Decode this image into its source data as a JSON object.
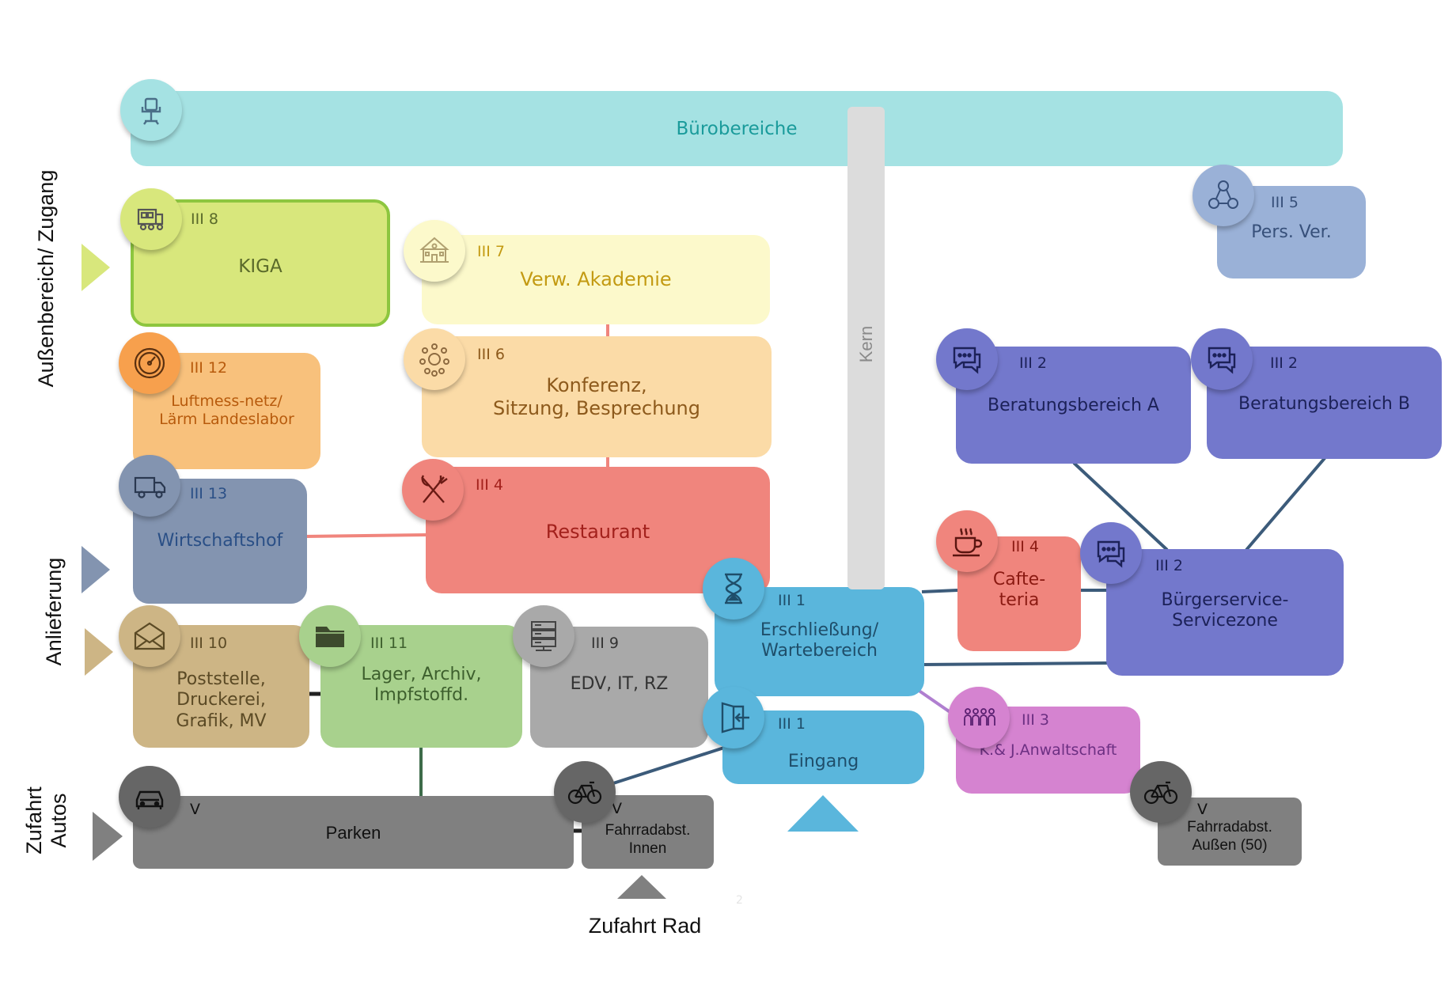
{
  "side_labels": {
    "aussen": "Außenbereich/ Zugang",
    "anlieferung": "Anlieferung",
    "zufahrt_autos": "Zufahrt\nAutos",
    "zufahrt_rad": "Zufahrt Rad"
  },
  "kern": "Kern",
  "page_number": "2",
  "boxes": {
    "buero": {
      "label": "Bürobereiche",
      "color": "#a5e2e3",
      "text_color": "#1a9b9b"
    },
    "kiga": {
      "tag": "III 8",
      "label": "KIGA",
      "color": "#d8e77c",
      "text_color": "#5a6a2a"
    },
    "akademie": {
      "tag": "III 7",
      "label": "Verw. Akademie",
      "color": "#fcf9cb",
      "text_color": "#c39a12"
    },
    "konferenz": {
      "tag": "III 6",
      "label": "Konferenz,\nSitzung, Besprechung",
      "color": "#fbdba7",
      "text_color": "#8d5a1c"
    },
    "luftmess": {
      "tag": "III 12",
      "label": "Luftmess-netz/\nLärm  Landeslabor",
      "color": "#f8c17c",
      "text_color": "#b75a0c"
    },
    "restaurant": {
      "tag": "III 4",
      "label": "Restaurant",
      "color": "#f0857d",
      "text_color": "#a3211c"
    },
    "wirtschaftshof": {
      "tag": "III 13",
      "label": "Wirtschaftshof",
      "color": "#8394b0",
      "text_color": "#2a4f86"
    },
    "poststelle": {
      "tag": "III 10",
      "label": "Poststelle,\nDruckerei,\nGrafik, MV",
      "color": "#cdb585",
      "text_color": "#5b4a25"
    },
    "lager": {
      "tag": "III 11",
      "label": "Lager, Archiv,\nImpfstoffd.",
      "color": "#a8d18d",
      "text_color": "#3d5f2d"
    },
    "edv": {
      "tag": "III 9",
      "label": "EDV, IT, RZ",
      "color": "#a9a9a9",
      "text_color": "#333333"
    },
    "erschliessung": {
      "tag": "III 1",
      "label": "Erschließung/\nWartebereich",
      "color": "#5ab6dc",
      "text_color": "#1f4e6a"
    },
    "eingang": {
      "tag": "III 1",
      "label": "Eingang",
      "color": "#5ab6dc",
      "text_color": "#1f4e6a"
    },
    "cafeteria": {
      "tag": "III 4",
      "label": "Cafte-\nteria",
      "color": "#f0857d",
      "text_color": "#8b1a12"
    },
    "buergerservice": {
      "tag": "III 2",
      "label": "Bürgerservice-\nServicezone",
      "color": "#7378cc",
      "text_color": "#1c2158"
    },
    "beratung_a": {
      "tag": "III 2",
      "label": "Beratungsbereich A",
      "color": "#7378cc",
      "text_color": "#1c2158"
    },
    "beratung_b": {
      "tag": "III 2",
      "label": "Beratungsbereich B",
      "color": "#7378cc",
      "text_color": "#1c2158"
    },
    "persver": {
      "tag": "III 5",
      "label": "Pers. Ver.",
      "color": "#9ab1d7",
      "text_color": "#37507a"
    },
    "anwalt": {
      "tag": "III 3",
      "label": "K.& J.Anwaltschaft",
      "color": "#d583d0",
      "text_color": "#6c2f82"
    },
    "parken": {
      "tag": "V",
      "label": "Parken",
      "color": "#808080",
      "text_color": "#111111"
    },
    "rad_innen": {
      "tag": "V",
      "label": "Fahrradabst.\nInnen",
      "color": "#808080",
      "text_color": "#111111"
    },
    "rad_aussen": {
      "tag": "V",
      "label": "Fahrradabst.\nAußen (50)",
      "color": "#808080",
      "text_color": "#111111"
    }
  },
  "icons": {
    "buero": {
      "name": "office-chair-icon",
      "color": "#a5e2e3"
    },
    "kiga": {
      "name": "playground-train-icon",
      "color": "#d8e77c"
    },
    "akademie": {
      "name": "school-building-icon",
      "color": "#fcf9cb"
    },
    "konferenz": {
      "name": "meeting-group-icon",
      "color": "#fbdba7"
    },
    "luftmess": {
      "name": "gauge-icon",
      "color": "#f7a04d"
    },
    "restaurant": {
      "name": "fork-knife-icon",
      "color": "#f0857d"
    },
    "wirtschaftshof": {
      "name": "delivery-truck-icon",
      "color": "#8394b0"
    },
    "poststelle": {
      "name": "envelope-icon",
      "color": "#cdb585"
    },
    "lager": {
      "name": "folder-icon",
      "color": "#a8d18d"
    },
    "edv": {
      "name": "server-icon",
      "color": "#a9a9a9"
    },
    "erschliessung": {
      "name": "hourglass-icon",
      "color": "#5ab6dc"
    },
    "eingang": {
      "name": "door-enter-icon",
      "color": "#5ab6dc"
    },
    "cafeteria": {
      "name": "coffee-cup-icon",
      "color": "#f0857d"
    },
    "buergerservice": {
      "name": "chat-bubbles-icon",
      "color": "#7378cc"
    },
    "beratung_a": {
      "name": "chat-bubbles-icon",
      "color": "#7378cc"
    },
    "beratung_b": {
      "name": "chat-bubbles-icon",
      "color": "#7378cc"
    },
    "persver": {
      "name": "people-network-icon",
      "color": "#9ab1d7"
    },
    "anwalt": {
      "name": "group-people-icon",
      "color": "#d583d0"
    },
    "parken": {
      "name": "car-icon",
      "color": "#666666"
    },
    "rad_innen": {
      "name": "bicycle-icon",
      "color": "#666666"
    },
    "rad_aussen": {
      "name": "bicycle-icon",
      "color": "#666666"
    }
  },
  "arrow_colors": {
    "aussen": "#d8e77c",
    "anlieferung": "#8394b0",
    "anlieferung2": "#cdb585",
    "autos": "#808080",
    "rad": "#808080",
    "eingang": "#5ab6dc"
  }
}
